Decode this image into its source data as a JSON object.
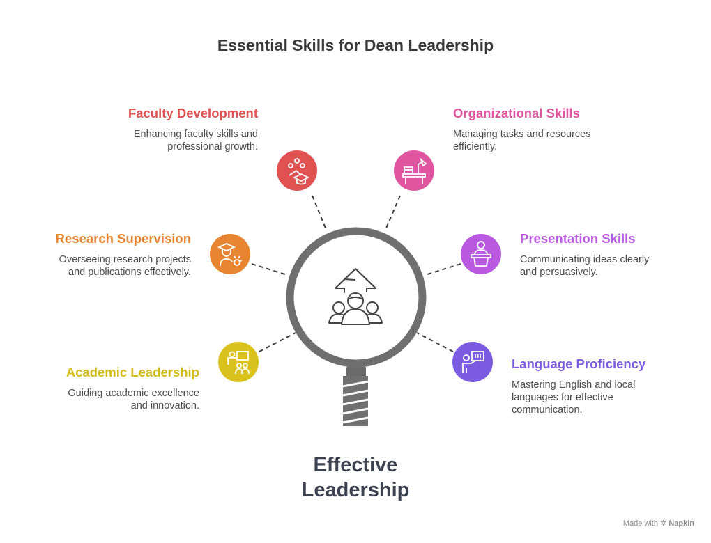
{
  "title": "Essential Skills for Dean Leadership",
  "center": {
    "line1": "Effective",
    "line2": "Leadership"
  },
  "skills": [
    {
      "name": "Faculty Development",
      "desc": "Enhancing faculty skills and professional growth.",
      "color": "#e05252",
      "icon": "education-network-icon"
    },
    {
      "name": "Organizational Skills",
      "desc": "Managing tasks and resources efficiently.",
      "color": "#e0559f",
      "icon": "desk-lamp-icon"
    },
    {
      "name": "Research Supervision",
      "desc": "Overseeing research projects and publications effectively.",
      "color": "#e88530",
      "icon": "graduate-researcher-icon"
    },
    {
      "name": "Presentation Skills",
      "desc": "Communicating ideas clearly and persuasively.",
      "color": "#b95ae0",
      "icon": "podium-speaker-icon"
    },
    {
      "name": "Academic Leadership",
      "desc": "Guiding academic excellence and innovation.",
      "color": "#d9c21c",
      "icon": "teacher-students-icon"
    },
    {
      "name": "Language Proficiency",
      "desc": "Mastering English and local languages for effective communication.",
      "color": "#7b5ce0",
      "icon": "speaker-board-icon"
    }
  ],
  "center_icon": "team-growth-icon",
  "footer": {
    "prefix": "Made with",
    "brand": "Napkin"
  }
}
